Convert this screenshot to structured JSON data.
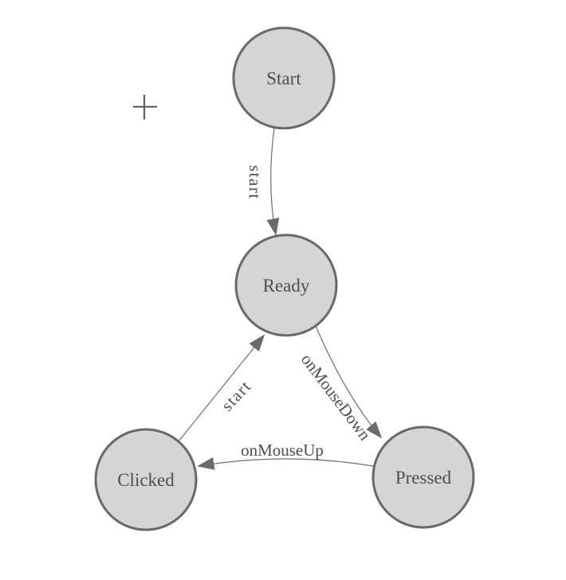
{
  "diagram": {
    "type": "state-machine",
    "nodes": [
      {
        "id": "start",
        "label": "Start"
      },
      {
        "id": "ready",
        "label": "Ready"
      },
      {
        "id": "clicked",
        "label": "Clicked"
      },
      {
        "id": "pressed",
        "label": "Pressed"
      }
    ],
    "edges": [
      {
        "from": "Start",
        "to": "Ready",
        "label": "start"
      },
      {
        "from": "Ready",
        "to": "Pressed",
        "label": "onMouseDown"
      },
      {
        "from": "Pressed",
        "to": "Clicked",
        "label": "onMouseUp"
      },
      {
        "from": "Clicked",
        "to": "Ready",
        "label": "start"
      }
    ],
    "colors": {
      "node_fill": "#d5d5d5",
      "node_stroke": "#696969",
      "edge_line": "#6e6e6e",
      "arrowhead": "#6a6a6a",
      "label_text": "#4d4d55",
      "background": "#ffffff"
    },
    "cursor_icon": "plus-crosshair"
  }
}
